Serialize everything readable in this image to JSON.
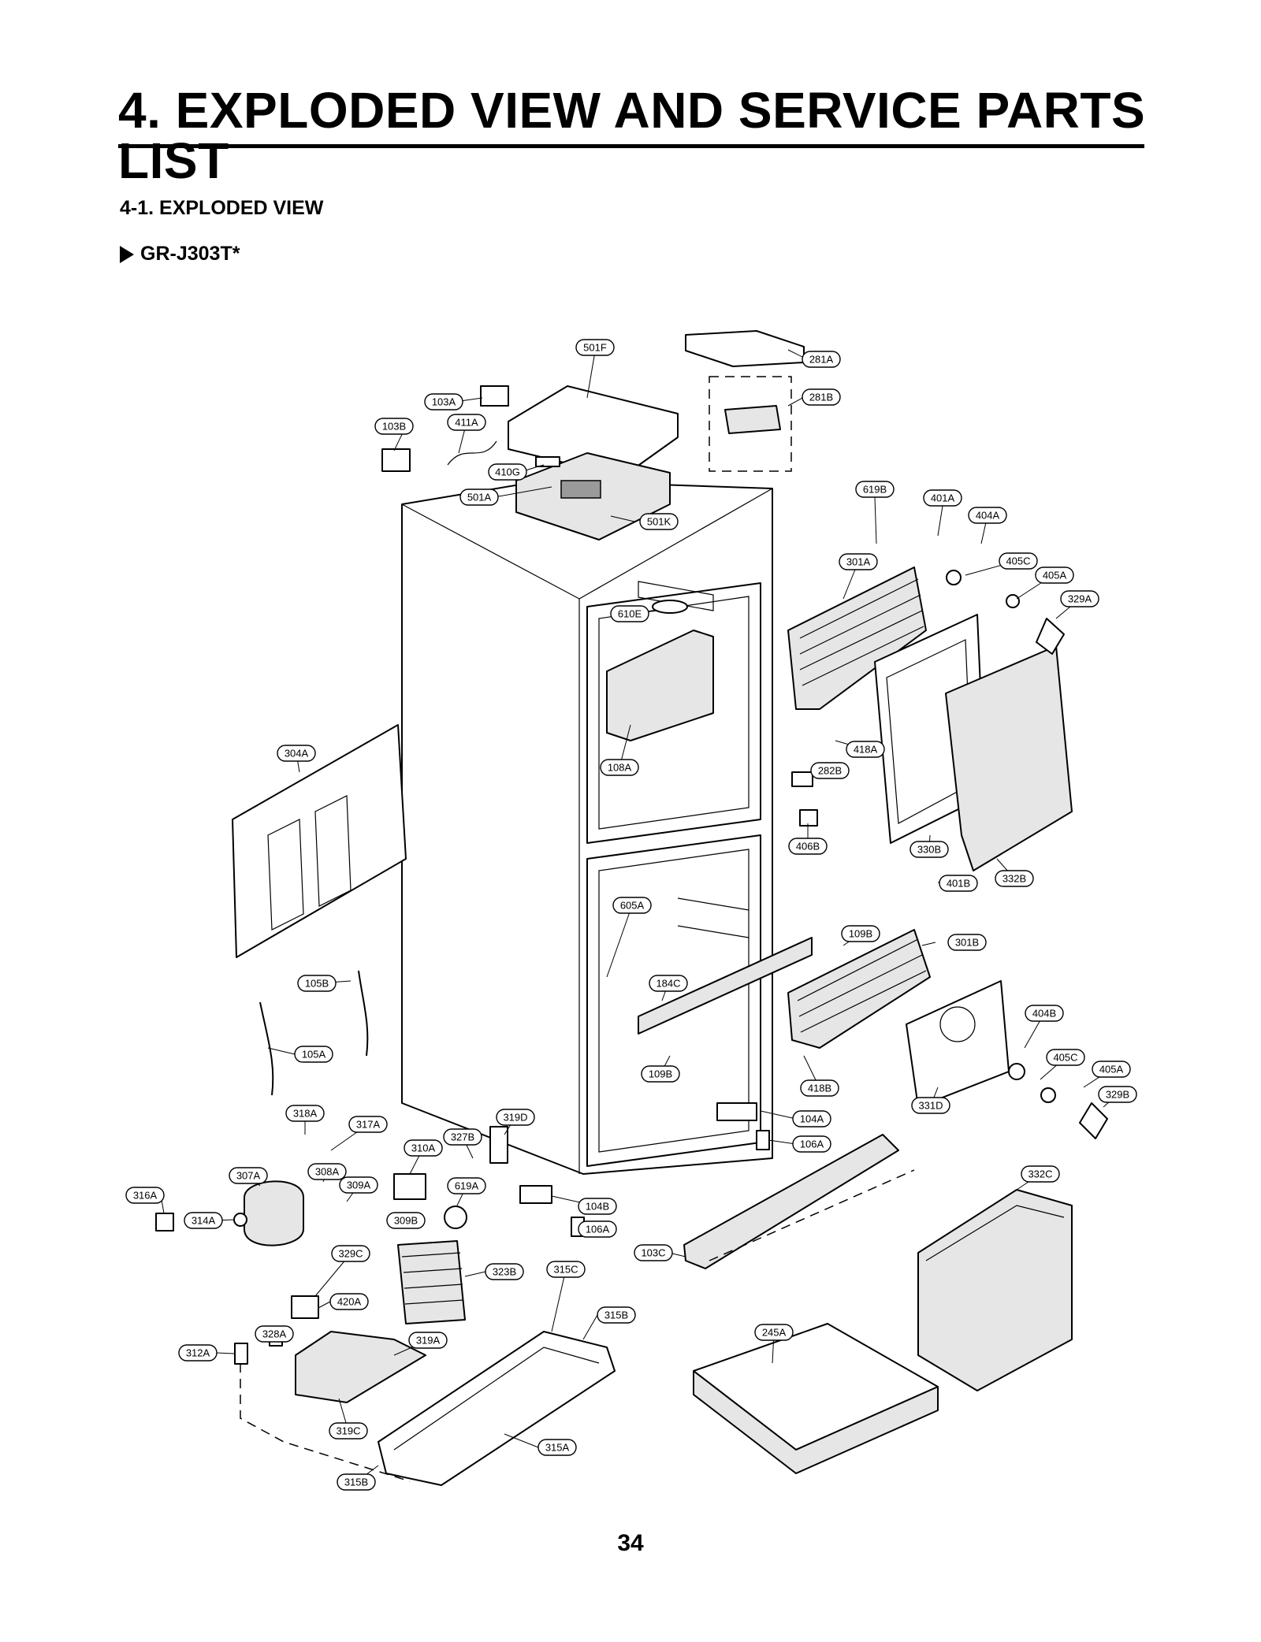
{
  "page": {
    "title": "4. EXPLODED VIEW AND SERVICE PARTS LIST",
    "section": "4-1. EXPLODED VIEW",
    "model": "GR-J303T*",
    "page_number": "34"
  },
  "parts": [
    {
      "id": "p501F",
      "label": "501F"
    },
    {
      "id": "p281A",
      "label": "281A"
    },
    {
      "id": "p281B",
      "label": "281B"
    },
    {
      "id": "p103A",
      "label": "103A"
    },
    {
      "id": "p103B",
      "label": "103B"
    },
    {
      "id": "p411A",
      "label": "411A"
    },
    {
      "id": "p410G",
      "label": "410G"
    },
    {
      "id": "p501A",
      "label": "501A"
    },
    {
      "id": "p501K",
      "label": "501K"
    },
    {
      "id": "p619B",
      "label": "619B"
    },
    {
      "id": "p401A",
      "label": "401A"
    },
    {
      "id": "p404A",
      "label": "404A"
    },
    {
      "id": "p301A",
      "label": "301A"
    },
    {
      "id": "p405C_1",
      "label": "405C"
    },
    {
      "id": "p405A_1",
      "label": "405A"
    },
    {
      "id": "p329A",
      "label": "329A"
    },
    {
      "id": "p610E",
      "label": "610E"
    },
    {
      "id": "p304A",
      "label": "304A"
    },
    {
      "id": "p108A",
      "label": "108A"
    },
    {
      "id": "p418A",
      "label": "418A"
    },
    {
      "id": "p282B",
      "label": "282B"
    },
    {
      "id": "p406B",
      "label": "406B"
    },
    {
      "id": "p330B",
      "label": "330B"
    },
    {
      "id": "p401B",
      "label": "401B"
    },
    {
      "id": "p332B",
      "label": "332B"
    },
    {
      "id": "p605A",
      "label": "605A"
    },
    {
      "id": "p109B_1",
      "label": "109B"
    },
    {
      "id": "p301B",
      "label": "301B"
    },
    {
      "id": "p105B",
      "label": "105B"
    },
    {
      "id": "p184C",
      "label": "184C"
    },
    {
      "id": "p404B",
      "label": "404B"
    },
    {
      "id": "p105A",
      "label": "105A"
    },
    {
      "id": "p109B_2",
      "label": "109B"
    },
    {
      "id": "p405C_2",
      "label": "405C"
    },
    {
      "id": "p405A_2",
      "label": "405A"
    },
    {
      "id": "p418B",
      "label": "418B"
    },
    {
      "id": "p329B",
      "label": "329B"
    },
    {
      "id": "p331D",
      "label": "331D"
    },
    {
      "id": "p318A",
      "label": "318A"
    },
    {
      "id": "p319D",
      "label": "319D"
    },
    {
      "id": "p104A",
      "label": "104A"
    },
    {
      "id": "p317A",
      "label": "317A"
    },
    {
      "id": "p106A_1",
      "label": "106A"
    },
    {
      "id": "p327B",
      "label": "327B"
    },
    {
      "id": "p310A",
      "label": "310A"
    },
    {
      "id": "p308A",
      "label": "308A"
    },
    {
      "id": "p307A",
      "label": "307A"
    },
    {
      "id": "p332C",
      "label": "332C"
    },
    {
      "id": "p309A",
      "label": "309A"
    },
    {
      "id": "p619A",
      "label": "619A"
    },
    {
      "id": "p316A",
      "label": "316A"
    },
    {
      "id": "p104B",
      "label": "104B"
    },
    {
      "id": "p314A",
      "label": "314A"
    },
    {
      "id": "p309B",
      "label": "309B"
    },
    {
      "id": "p106A_2",
      "label": "106A"
    },
    {
      "id": "p103C",
      "label": "103C"
    },
    {
      "id": "p329C",
      "label": "329C"
    },
    {
      "id": "p323B",
      "label": "323B"
    },
    {
      "id": "p315C",
      "label": "315C"
    },
    {
      "id": "p420A",
      "label": "420A"
    },
    {
      "id": "p315B_1",
      "label": "315B"
    },
    {
      "id": "p328A",
      "label": "328A"
    },
    {
      "id": "p245A",
      "label": "245A"
    },
    {
      "id": "p319A",
      "label": "319A"
    },
    {
      "id": "p312A",
      "label": "312A"
    },
    {
      "id": "p319C",
      "label": "319C"
    },
    {
      "id": "p315A",
      "label": "315A"
    },
    {
      "id": "p315B_2",
      "label": "315B"
    }
  ]
}
